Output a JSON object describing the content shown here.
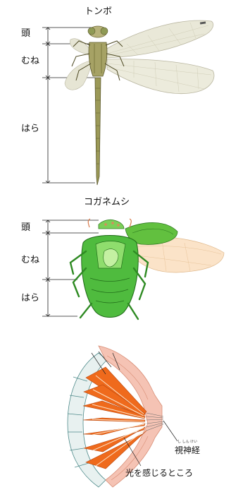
{
  "dragonfly": {
    "title": "トンボ",
    "labels": {
      "head": "頭",
      "thorax": "むね",
      "abdomen": "はら"
    }
  },
  "beetle": {
    "title": "コガネムシ",
    "labels": {
      "head": "頭",
      "thorax": "むね",
      "abdomen": "はら"
    }
  },
  "eye": {
    "optic_nerve": "視神経",
    "optic_nerve_ruby": "し しん けい",
    "light_sensing": "光を感じるところ"
  },
  "colors": {
    "beetle_green": "#3fae3a",
    "eye_orange": "#ee6a1f",
    "eye_pink": "#f4b6a6",
    "dragonfly_body": "#8a8a4a"
  }
}
